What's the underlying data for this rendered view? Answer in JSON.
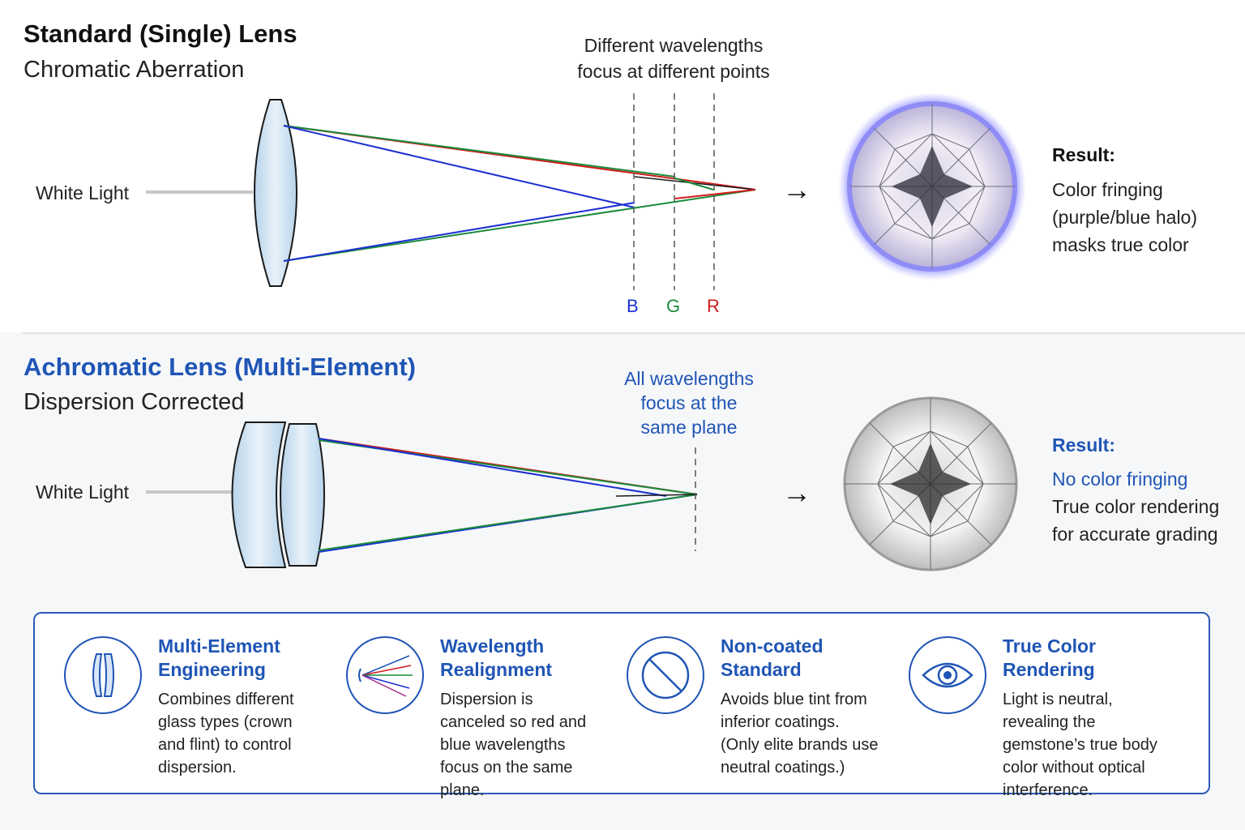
{
  "top_section": {
    "title": "Standard (Single) Lens",
    "subtitle": "Chromatic Aberration",
    "light_label": "White Light",
    "note_line1": "Different wavelengths",
    "note_line2": "focus at different points",
    "axis_b": "B",
    "axis_g": "G",
    "axis_r": "R",
    "arrow": "→",
    "result_title": "Result:",
    "result_line1": "Color fringing",
    "result_line2": "(purple/blue halo)",
    "result_line3": "masks true color"
  },
  "bottom_section": {
    "title": "Achromatic Lens (Multi-Element)",
    "subtitle": "Dispersion Corrected",
    "light_label": "White Light",
    "note_line1": "All wavelengths",
    "note_line2": "focus at the",
    "note_line3": "same plane",
    "arrow": "→",
    "result_title": "Result:",
    "result_line1": "No color fringing",
    "result_line2": "True color rendering",
    "result_line3": "for accurate grading"
  },
  "features": [
    {
      "title": "Multi-Element Engineering",
      "desc": "Combines different glass types (crown and flint) to control dispersion.",
      "icon": "lens-elements-icon"
    },
    {
      "title": "Wavelength Realignment",
      "desc": "Dispersion is canceled so red and blue wavelengths focus on the same plane.",
      "icon": "light-rays-icon"
    },
    {
      "title": "Non-coated Standard",
      "desc": "Avoids blue tint from inferior coatings. (Only elite brands use neutral coatings.)",
      "icon": "no-coating-icon"
    },
    {
      "title": "True Color Rendering",
      "desc": "Light is neutral, revealing the gemstone’s true body color without optical interference.",
      "icon": "eye-icon"
    }
  ],
  "colors": {
    "accent_blue": "#1f55b5",
    "ray_red": "#d11a1a",
    "ray_green": "#1a8a3a",
    "ray_blue": "#1a2fd1",
    "halo": "#7b7cf0"
  }
}
